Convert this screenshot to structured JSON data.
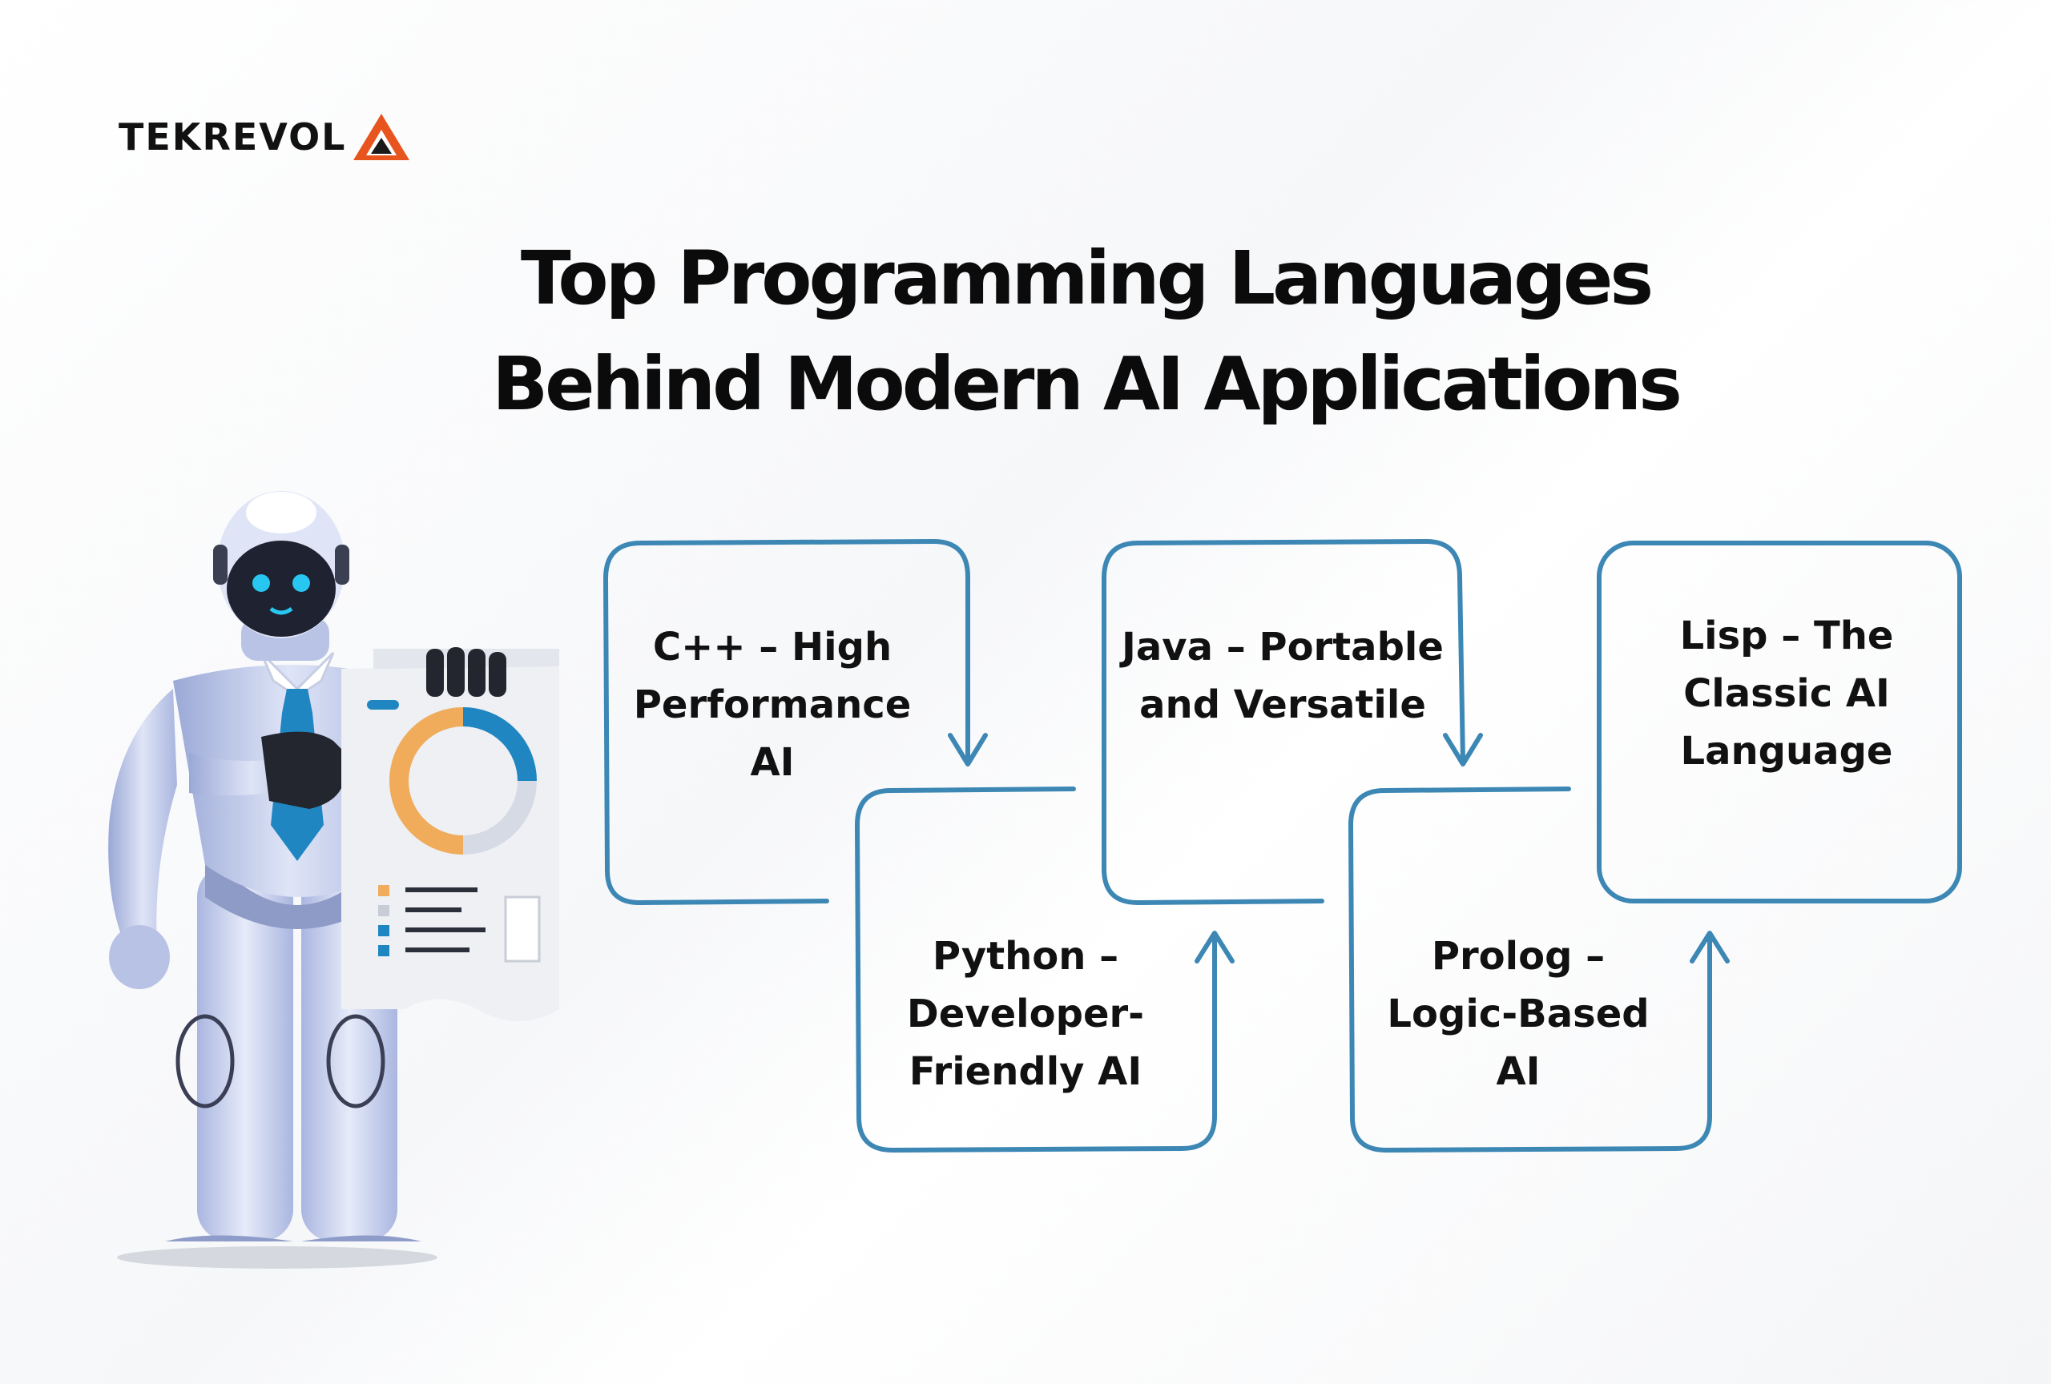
{
  "brand": {
    "name": "TEKREVOL",
    "accent": "#e8541e",
    "dark": "#1a1a1a"
  },
  "title": {
    "line1": "Top Programming Languages",
    "line2": "Behind Modern AI Applications"
  },
  "diagram": {
    "stroke_color": "#3d87b5",
    "nodes": [
      {
        "id": "cpp",
        "label": "C++ – High Performance AI"
      },
      {
        "id": "python",
        "label": "Python – Developer-Friendly AI"
      },
      {
        "id": "java",
        "label": "Java – Portable and Versatile"
      },
      {
        "id": "prolog",
        "label": "Prolog – Logic-Based AI"
      },
      {
        "id": "lisp",
        "label": "Lisp – The Classic AI Language"
      }
    ],
    "edges": [
      {
        "from": "cpp",
        "to": "python"
      },
      {
        "from": "python",
        "to": "java"
      },
      {
        "from": "java",
        "to": "prolog"
      },
      {
        "from": "prolog",
        "to": "lisp"
      }
    ]
  },
  "illustration": {
    "subject": "robot-holding-report",
    "eye_color": "#27c7f2",
    "tie_color": "#1f86c2"
  }
}
